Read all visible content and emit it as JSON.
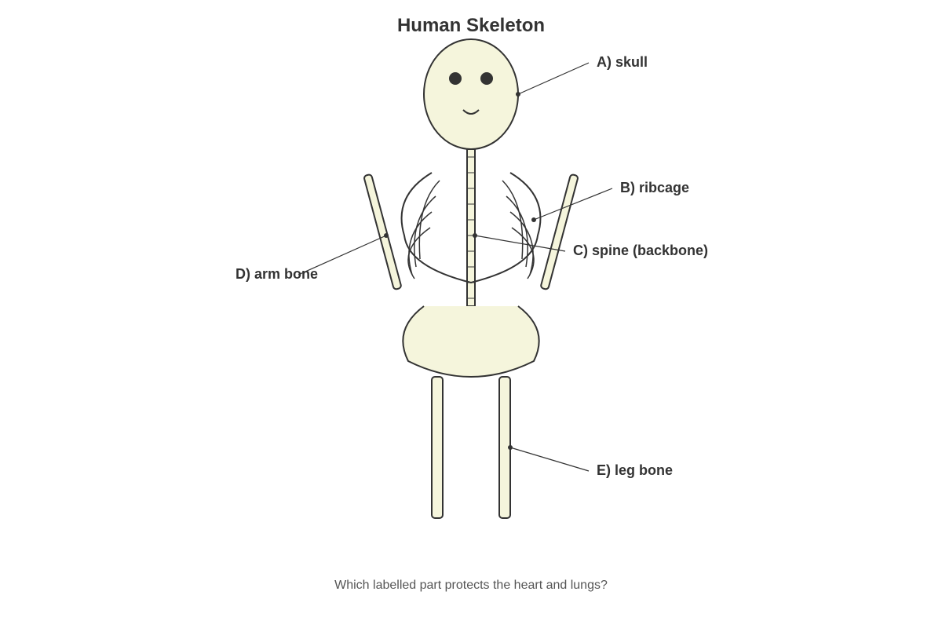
{
  "title": "Human Skeleton",
  "question": "Which labelled part protects the heart and lungs?",
  "colors": {
    "bone_fill": "#f5f5dc",
    "outline": "#333333",
    "text": "#333333",
    "question_text": "#555555"
  },
  "labels": {
    "skull": "A) skull",
    "ribcage": "B) ribcage",
    "spine": "C) spine (backbone)",
    "arm_bone": "D) arm bone",
    "leg_bone": "E) leg bone"
  }
}
